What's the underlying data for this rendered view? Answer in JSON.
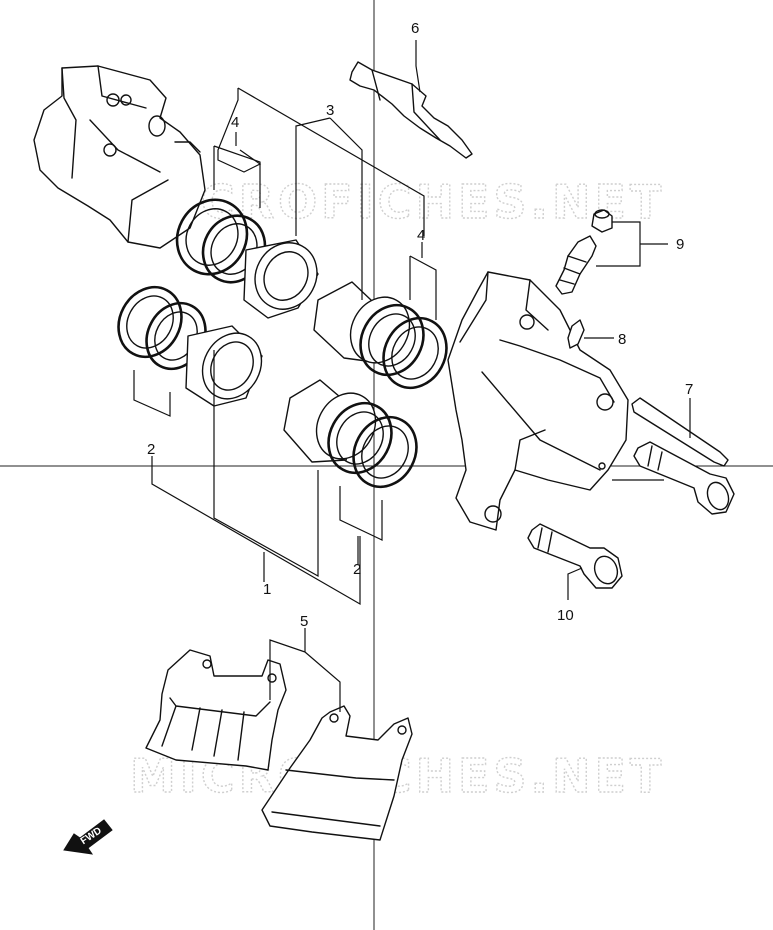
{
  "watermark": "MICROFICHES.NET",
  "fwd_label": "FWD",
  "callouts": [
    {
      "id": "part-1",
      "label": "1"
    },
    {
      "id": "part-2a",
      "label": "2"
    },
    {
      "id": "part-2b",
      "label": "2"
    },
    {
      "id": "part-3",
      "label": "3"
    },
    {
      "id": "part-4a",
      "label": "4"
    },
    {
      "id": "part-4b",
      "label": "4"
    },
    {
      "id": "part-5",
      "label": "5"
    },
    {
      "id": "part-6",
      "label": "6"
    },
    {
      "id": "part-7",
      "label": "7"
    },
    {
      "id": "part-8",
      "label": "8"
    },
    {
      "id": "part-9",
      "label": "9"
    },
    {
      "id": "part-10",
      "label": "10"
    }
  ]
}
